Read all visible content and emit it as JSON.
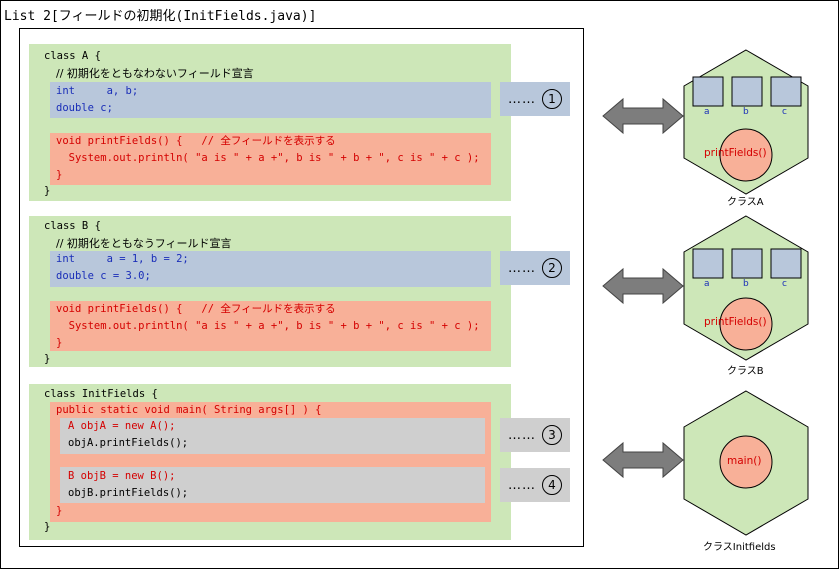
{
  "title": "List 2[フィールドの初期化(InitFields.java)]",
  "code": {
    "blockA": {
      "open": "class A {",
      "comment": "// 初期化をともなわないフィールド宣言",
      "decl1": "int     a, b;",
      "decl2": "double c;",
      "method": "void printFields() {   // 全フィールドを表示する",
      "body": "  System.out.println( \"a is \" + a +\", b is \" + b + \", c is \" + c );",
      "close_method": "}",
      "close": "}"
    },
    "blockB": {
      "open": "class B {",
      "comment": "// 初期化をともなうフィールド宣言",
      "decl1": "int     a = 1, b = 2;",
      "decl2": "double c = 3.0;",
      "method": "void printFields() {   // 全フィールドを表示する",
      "body": "  System.out.println( \"a is \" + a +\", b is \" + b + \", c is \" + c );",
      "close_method": "}",
      "close": "}"
    },
    "blockInit": {
      "open": "class InitFields {",
      "main": "public static void main( String args[] ) {",
      "a1": "A objA = new A();",
      "a2": "objA.printFields();",
      "b1": "B objB = new B();",
      "b2": "objB.printFields();",
      "close_main": "}",
      "close": "}"
    }
  },
  "markers": {
    "dots": "……",
    "m1": "1",
    "m2": "2",
    "m3": "3",
    "m4": "4"
  },
  "classes": {
    "A": {
      "label": "クラスA",
      "fields": [
        "a",
        "b",
        "c"
      ],
      "method": "printFields()"
    },
    "B": {
      "label": "クラスB",
      "fields": [
        "a",
        "b",
        "c"
      ],
      "method": "printFields()"
    },
    "Init": {
      "label": "クラスInitfields",
      "method": "main()"
    }
  },
  "colors": {
    "green": "#cde7b8",
    "blue": "#b8c7db",
    "red": "#f8b098",
    "gray": "#cfcfcf",
    "arrow": "#7d7d7d",
    "hex_fill": "#cde7b8",
    "method_fill": "#f8b098",
    "field_fill": "#b8c7db"
  }
}
